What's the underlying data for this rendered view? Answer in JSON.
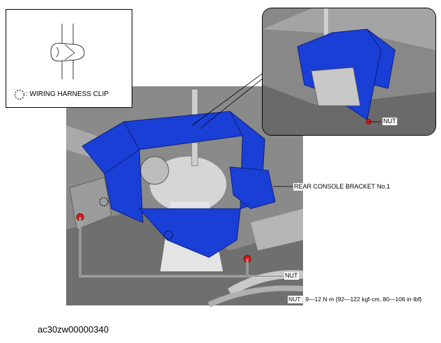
{
  "legend": {
    "clip_text": ": WIRING HARNESS CLIP"
  },
  "labels": {
    "bracket": "REAR CONSOLE BRACKET No.1",
    "nut_inset": "NUT",
    "nut_main": "NUT",
    "torque": "NUT : 9—12 N·m {92—122 kgf·cm, 80—106 in·lbf}"
  },
  "caption": "ac30zw00000340",
  "colors": {
    "bracket_blue": "#1a3fd6",
    "nut_red": "#d81818",
    "photo_gray": "#8a8a8a"
  }
}
